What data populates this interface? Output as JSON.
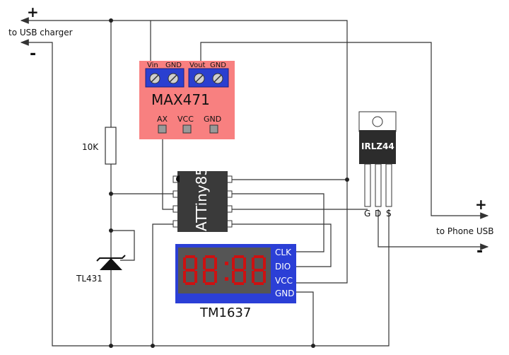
{
  "usb_charger": {
    "plus": "+",
    "minus": "-",
    "label": "to USB charger"
  },
  "phone_usb": {
    "plus": "+",
    "minus": "-",
    "label": "to Phone USB"
  },
  "max471": {
    "title": "MAX471",
    "terminal_labels": [
      "Vin",
      "GND",
      "Vout",
      "GND"
    ],
    "pin_labels": [
      "AX",
      "VCC",
      "GND"
    ],
    "board_color": "#f88080"
  },
  "resistor": {
    "label": "10K"
  },
  "zener": {
    "label": "TL431"
  },
  "attiny": {
    "label": "ATTiny85"
  },
  "mosfet": {
    "label": "IRLZ44",
    "pins": [
      "G",
      "D",
      "S"
    ]
  },
  "tm1637": {
    "title": "TM1637",
    "pins": [
      "CLK",
      "DIO",
      "VCC",
      "GND"
    ],
    "board_color": "#2b3fd6",
    "segment_color": "#cc1111"
  },
  "colors": {
    "wire": "#333333",
    "terminal_block": "#2a3fd0"
  }
}
